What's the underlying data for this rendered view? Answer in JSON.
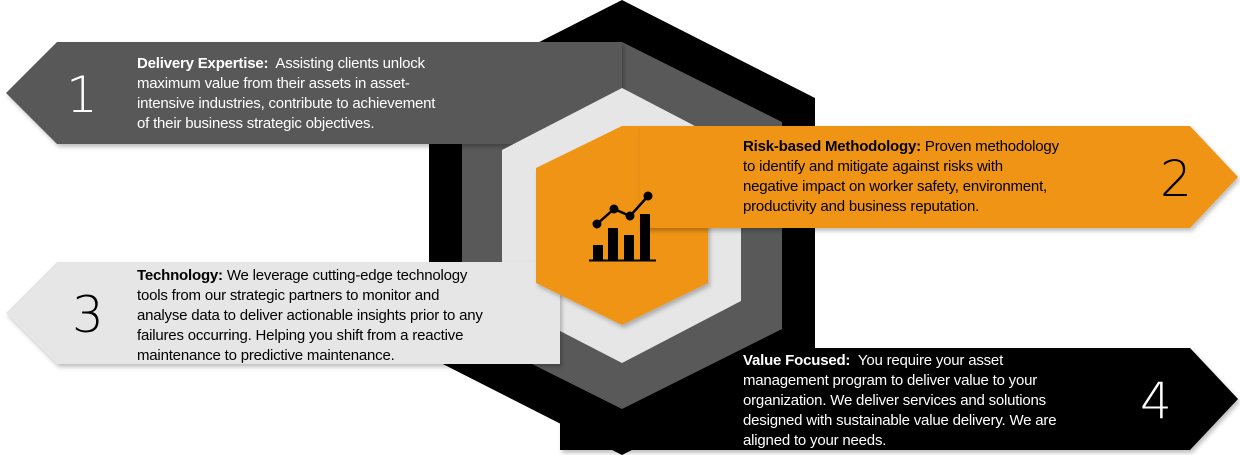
{
  "colors": {
    "dark_gray": "#595959",
    "light_gray": "#e6e6e6",
    "orange": "#f09418",
    "black": "#000000"
  },
  "center_icon": "bar-chart-trend-icon",
  "items": [
    {
      "number": "1",
      "title": "Delivery Expertise:",
      "lines": [
        "Assisting clients unlock",
        "maximum value from their assets in asset-",
        "intensive industries, contribute to achievement",
        "of their business strategic objectives."
      ]
    },
    {
      "number": "2",
      "title": "Risk-based Methodology:",
      "lines": [
        "Proven methodology",
        "to identify and mitigate against risks with",
        "negative impact on worker safety, environment,",
        "productivity and business reputation."
      ]
    },
    {
      "number": "3",
      "title": "Technology:",
      "lines": [
        "We leverage cutting-edge technology",
        "tools from our strategic partners to monitor and",
        "analyse data to deliver actionable insights prior to any",
        "failures occurring. Helping you shift from a reactive",
        "maintenance to predictive maintenance."
      ]
    },
    {
      "number": "4",
      "title": "Value Focused:",
      "lines": [
        "You require your asset",
        "management program to deliver value to your",
        "organization. We deliver services and solutions",
        "designed with sustainable value delivery. We are",
        "aligned to your needs."
      ]
    }
  ]
}
